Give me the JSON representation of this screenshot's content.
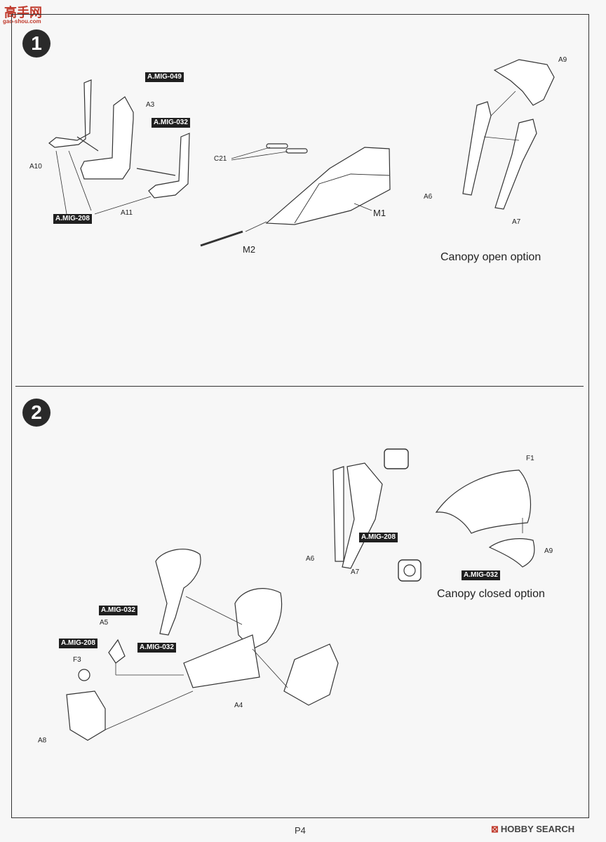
{
  "logo": {
    "text": "高手网",
    "domain": "gao-shou.com"
  },
  "page_number": "P4",
  "watermark": {
    "mark": "⊠",
    "text": "HOBBY SEARCH"
  },
  "steps": [
    {
      "number": "1",
      "paint_tags": [
        "A.MIG-049",
        "A.MIG-032",
        "A.MIG-208"
      ],
      "part_labels": [
        "A3",
        "A10",
        "A11",
        "C21",
        "M1",
        "M2",
        "A9",
        "A6",
        "A7"
      ],
      "caption": "Canopy open option"
    },
    {
      "number": "2",
      "paint_tags": [
        "A.MIG-208",
        "A.MIG-032",
        "A.MIG-032",
        "A.MIG-208",
        "A.MIG-032"
      ],
      "part_labels": [
        "F1",
        "A9",
        "A6",
        "A7",
        "A5",
        "F3",
        "A4",
        "A8"
      ],
      "caption": "Canopy closed option"
    }
  ]
}
